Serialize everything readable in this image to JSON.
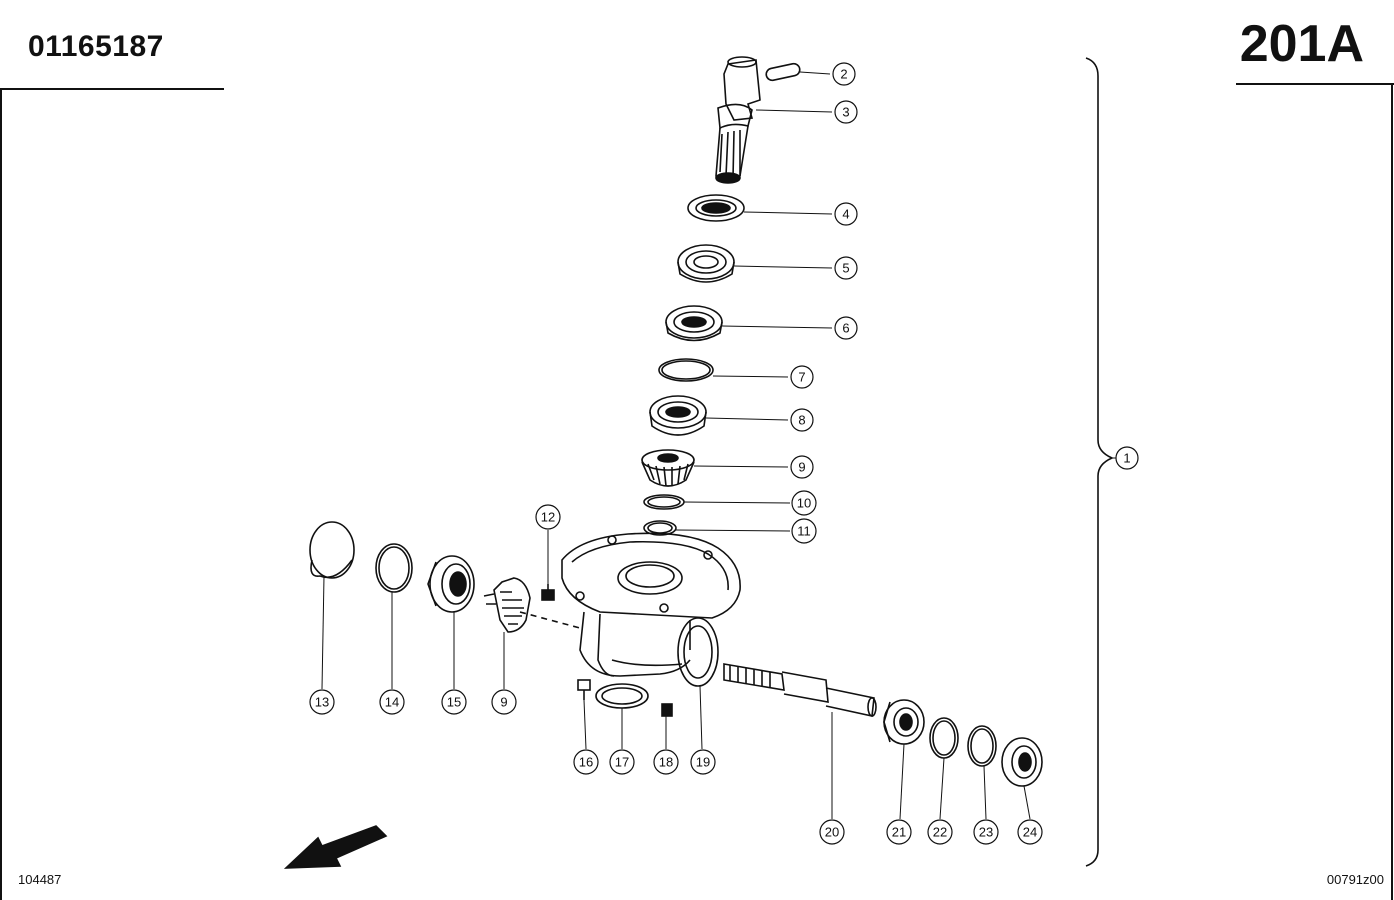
{
  "header": {
    "part_number": "01165187",
    "page_code": "201A"
  },
  "footer": {
    "left_code": "104487",
    "right_code": "00791z00"
  },
  "callouts": [
    {
      "id": "1",
      "label": "1"
    },
    {
      "id": "2",
      "label": "2"
    },
    {
      "id": "3",
      "label": "3"
    },
    {
      "id": "4",
      "label": "4"
    },
    {
      "id": "5",
      "label": "5"
    },
    {
      "id": "6",
      "label": "6"
    },
    {
      "id": "7",
      "label": "7"
    },
    {
      "id": "8",
      "label": "8"
    },
    {
      "id": "9a",
      "label": "9"
    },
    {
      "id": "10",
      "label": "10"
    },
    {
      "id": "11",
      "label": "11"
    },
    {
      "id": "12",
      "label": "12"
    },
    {
      "id": "13",
      "label": "13"
    },
    {
      "id": "14",
      "label": "14"
    },
    {
      "id": "15",
      "label": "15"
    },
    {
      "id": "9b",
      "label": "9"
    },
    {
      "id": "16",
      "label": "16"
    },
    {
      "id": "17",
      "label": "17"
    },
    {
      "id": "18",
      "label": "18"
    },
    {
      "id": "19",
      "label": "19"
    },
    {
      "id": "20",
      "label": "20"
    },
    {
      "id": "21",
      "label": "21"
    },
    {
      "id": "22",
      "label": "22"
    },
    {
      "id": "23",
      "label": "23"
    },
    {
      "id": "24",
      "label": "24"
    }
  ],
  "colors": {
    "line": "#111111",
    "paper": "#ffffff"
  },
  "icons": {
    "direction": "arrow-down-left-icon"
  }
}
